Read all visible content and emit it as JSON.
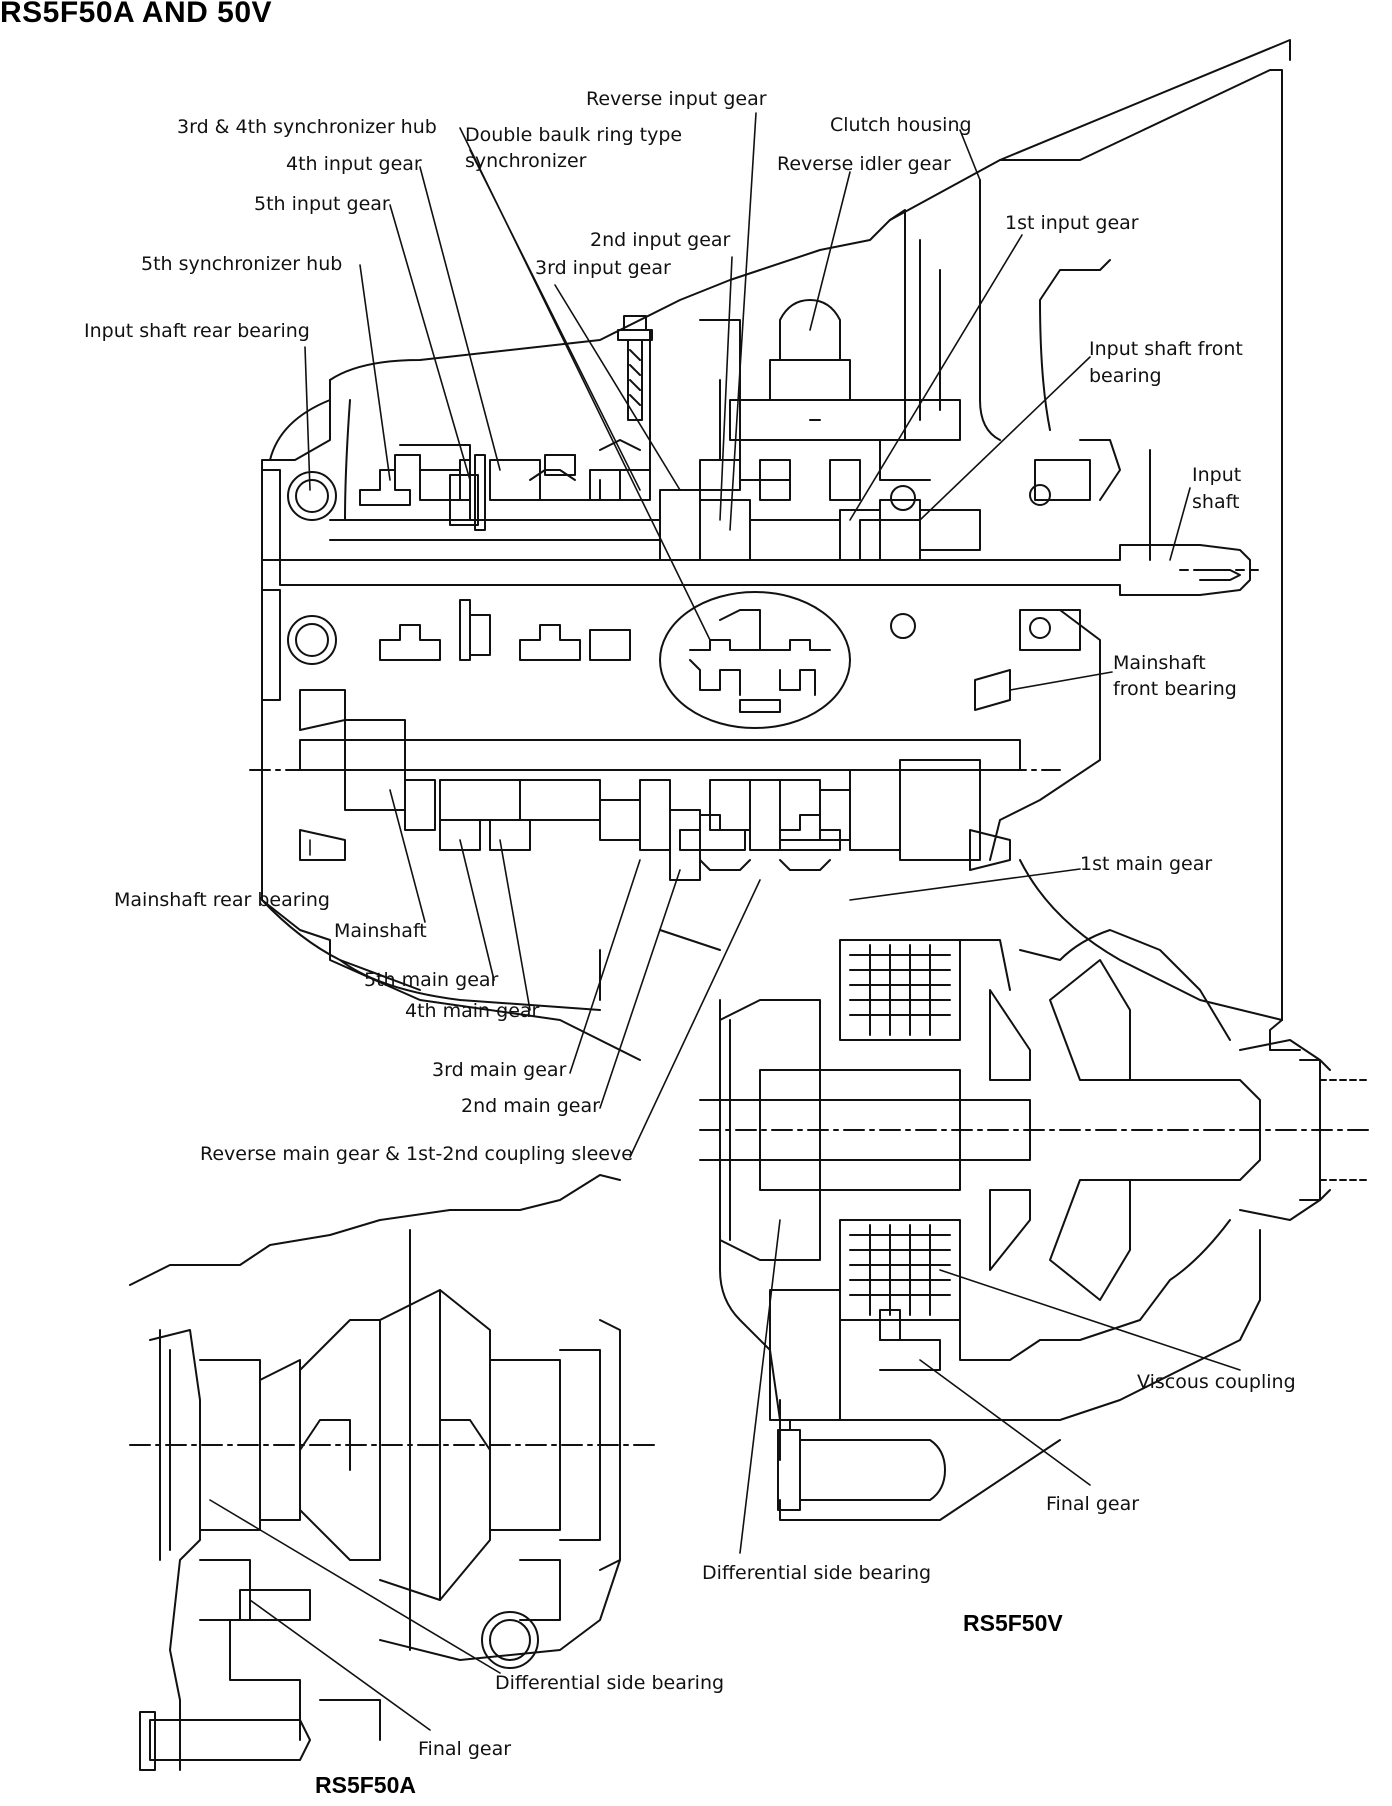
{
  "title": "RS5F50A AND 50V",
  "labels": {
    "reverse_input_gear": "Reverse input gear",
    "sync_hub_3_4": "3rd & 4th synchronizer hub",
    "double_baulk_1": "Double baulk ring type",
    "double_baulk_2": "synchronizer",
    "clutch_housing": "Clutch housing",
    "input_gear_4": "4th input gear",
    "reverse_idler_gear": "Reverse idler gear",
    "input_gear_5": "5th input gear",
    "input_gear_1": "1st input gear",
    "input_gear_2": "2nd input gear",
    "sync_hub_5": "5th synchronizer hub",
    "input_gear_3": "3rd input gear",
    "input_shaft_rear_bearing": "Input shaft rear bearing",
    "input_shaft_front_bearing_1": "Input shaft front",
    "input_shaft_front_bearing_2": "bearing",
    "input_shaft_1": "Input",
    "input_shaft_2": "shaft",
    "mainshaft_front_bearing_1": "Mainshaft",
    "mainshaft_front_bearing_2": "front bearing",
    "main_gear_1": "1st main gear",
    "mainshaft_rear_bearing": "Mainshaft rear bearing",
    "mainshaft": "Mainshaft",
    "main_gear_5": "5th main gear",
    "main_gear_4": "4th main gear",
    "main_gear_3": "3rd main gear",
    "main_gear_2": "2nd main gear",
    "reverse_main_gear": "Reverse main gear & 1st-2nd coupling sleeve",
    "viscous_coupling": "Viscous coupling",
    "final_gear_v": "Final gear",
    "diff_side_bearing_v": "Differential side bearing",
    "variant_v": "RS5F50V",
    "diff_side_bearing_a": "Differential side bearing",
    "final_gear_a": "Final gear",
    "variant_a": "RS5F50A"
  }
}
